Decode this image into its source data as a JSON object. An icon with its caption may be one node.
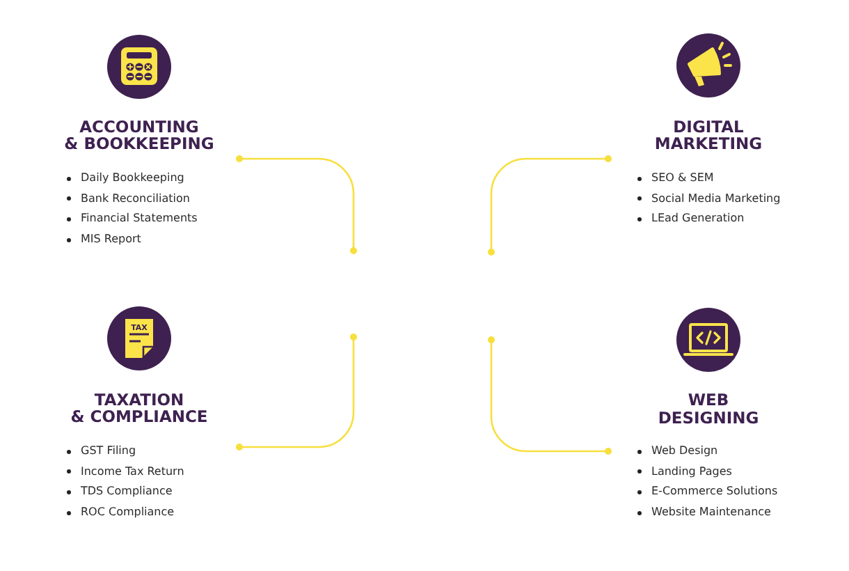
{
  "diagram": {
    "nodes": [
      {
        "text": [
          "ACCOUNTING & BOOKKEEPING",
          "Daily Bookkeeping",
          "Bank Reconciliation",
          "Financial Statements",
          "MIS Report"
        ]
      },
      {
        "text": [
          "DIGITAL MARKETING",
          "SEO & SEM",
          "Social Media Marketing",
          "LEad Generation"
        ]
      },
      {
        "text": [
          "TAXATION & COMPLIANCE",
          "GST Filing",
          "Income Tax Return",
          "TDS Compliance",
          "ROC Compliance"
        ]
      },
      {
        "text": [
          "WEB DESIGNING",
          "Web Design",
          "Landing Pages",
          "E-Commerce Solutions",
          "Website Maintenance"
        ]
      }
    ],
    "edges": [
      {
        "from": 0,
        "to": null,
        "arrow": "other"
      },
      {
        "from": 1,
        "to": null,
        "arrow": "other"
      },
      {
        "from": 2,
        "to": null,
        "arrow": "other"
      },
      {
        "from": 3,
        "to": null,
        "arrow": "other"
      }
    ],
    "labels": [
      "TAX"
    ]
  }
}
